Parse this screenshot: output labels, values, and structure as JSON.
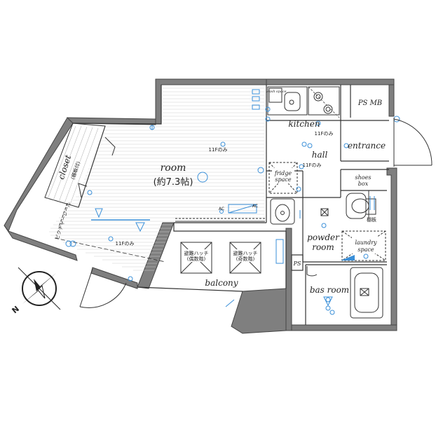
{
  "rooms": {
    "room": "room",
    "room_size": "(約7.3帖)",
    "kitchen": "kitchen",
    "hall": "hall",
    "entrance": "entrance",
    "ps_mb": "PS  MB",
    "closet": "closet",
    "closet_sub": "(棚板付)",
    "picture_rail": "ピクチャーレール",
    "fridge_space_1": "fridge",
    "fridge_space_2": "space",
    "shoes_box_1": "shoes",
    "shoes_box_2": "box",
    "powder_room_1": "powder",
    "powder_room_2": "room",
    "laundry_space_1": "laundry",
    "laundry_space_2": "space",
    "ps": "PS",
    "bath_room": "bas room",
    "balcony": "balcony",
    "hatch_left_1": "避難ハッチ",
    "hatch_left_2": "(偶数階)",
    "hatch_right_1": "避難ハッチ",
    "hatch_right_2": "(奇数階)",
    "floor_note_room": "11Fのみ",
    "floor_note_kitchen": "11Fのみ",
    "floor_note_hall": "11Fのみ",
    "floor_note_rail": "11Fのみ",
    "ac_1": "AC",
    "ac_2": "AC",
    "wash_space": "wash space",
    "shelf": "棚板"
  },
  "compass": {
    "label": "N"
  },
  "colors": {
    "wall": "#7d7d7d",
    "wall_dark": "#5a5a5a",
    "line": "#333333",
    "accent": "#3a8fd8"
  }
}
